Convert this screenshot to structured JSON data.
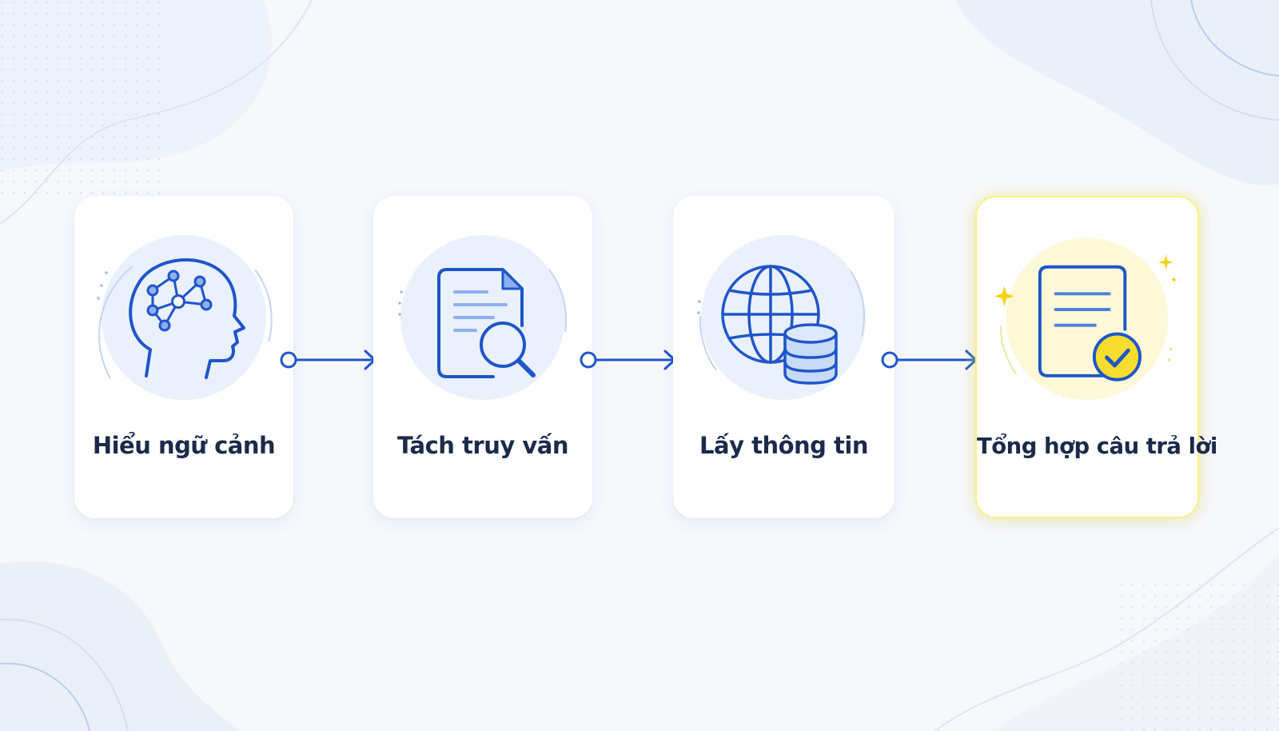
{
  "diagram": {
    "steps": [
      {
        "label": "Hiểu ngữ cảnh",
        "icon": "brain-network-head-icon",
        "highlighted": false
      },
      {
        "label": "Tách truy vấn",
        "icon": "document-search-icon",
        "highlighted": false
      },
      {
        "label": "Lấy thông tin",
        "icon": "globe-database-icon",
        "highlighted": false
      },
      {
        "label": "Tổng hợp câu trả lời",
        "icon": "document-check-icon",
        "highlighted": true
      }
    ],
    "colors": {
      "line": "#1f55c9",
      "line_light": "#4f7fe0",
      "circle_fill": "#eaf1fd",
      "highlight_circle_fill": "#fdf9d8",
      "highlight_border": "#fbf08a",
      "check_fill": "#f7dd2e",
      "sparkle": "#f4d21c",
      "text": "#1b2a4a"
    }
  }
}
